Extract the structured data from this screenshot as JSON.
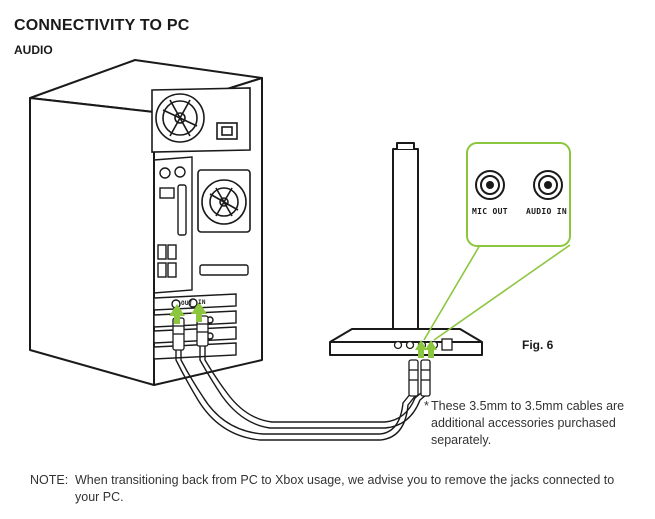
{
  "header": {
    "title": "CONNECTIVITY TO PC",
    "subtitle": "AUDIO"
  },
  "figure": {
    "label": "Fig. 6",
    "ports": {
      "mic_out": "MIC OUT",
      "audio_in": "AUDIO IN",
      "pc_out": "OUT",
      "pc_in": "IN"
    },
    "highlight_color": "#8cc63f",
    "line_color": "#1a1a1a"
  },
  "cable_note": {
    "marker": "*",
    "text": "These 3.5mm to 3.5mm cables are additional accessories purchased separately."
  },
  "footnote": {
    "label": "NOTE:",
    "text": "When transitioning back from PC to Xbox usage, we advise you to remove the jacks connected to your PC."
  }
}
